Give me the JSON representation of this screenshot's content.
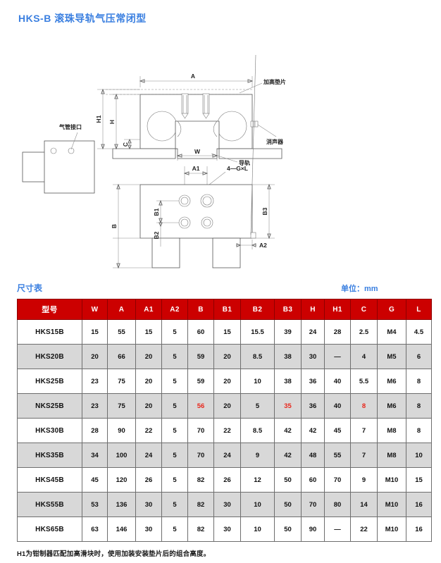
{
  "page": {
    "title": "HKS-B  滚珠导轨气压常闭型"
  },
  "drawing": {
    "labels": {
      "air_port": "气管接口",
      "spacer": "加高垫片",
      "silencer": "消声器",
      "guide_rail": "导轨"
    },
    "dimensions": {
      "A": "A",
      "W": "W",
      "H": "H",
      "H1": "H1",
      "C": "C",
      "B": "B",
      "B1": "B1",
      "B2": "B2",
      "B3": "B3",
      "A1": "A1",
      "A2": "A2",
      "thread": "4—G×L"
    }
  },
  "table": {
    "caption": "尺寸表",
    "unit": "单位：mm",
    "columns": [
      "型号",
      "W",
      "A",
      "A1",
      "A2",
      "B",
      "B1",
      "B2",
      "B3",
      "H",
      "H1",
      "C",
      "G",
      "L"
    ],
    "highlight_color": "#e8271c",
    "header_color": "#cc0000",
    "rows": [
      {
        "cells": [
          "HKS15B",
          "15",
          "55",
          "15",
          "5",
          "60",
          "15",
          "15.5",
          "39",
          "24",
          "28",
          "2.5",
          "M4",
          "4.5"
        ],
        "highlight": []
      },
      {
        "cells": [
          "HKS20B",
          "20",
          "66",
          "20",
          "5",
          "59",
          "20",
          "8.5",
          "38",
          "30",
          "—",
          "4",
          "M5",
          "6"
        ],
        "highlight": []
      },
      {
        "cells": [
          "HKS25B",
          "23",
          "75",
          "20",
          "5",
          "59",
          "20",
          "10",
          "38",
          "36",
          "40",
          "5.5",
          "M6",
          "8"
        ],
        "highlight": []
      },
      {
        "cells": [
          "NKS25B",
          "23",
          "75",
          "20",
          "5",
          "56",
          "20",
          "5",
          "35",
          "36",
          "40",
          "8",
          "M6",
          "8"
        ],
        "highlight": [
          5,
          8,
          11
        ]
      },
      {
        "cells": [
          "HKS30B",
          "28",
          "90",
          "22",
          "5",
          "70",
          "22",
          "8.5",
          "42",
          "42",
          "45",
          "7",
          "M8",
          "8"
        ],
        "highlight": []
      },
      {
        "cells": [
          "HKS35B",
          "34",
          "100",
          "24",
          "5",
          "70",
          "24",
          "9",
          "42",
          "48",
          "55",
          "7",
          "M8",
          "10"
        ],
        "highlight": []
      },
      {
        "cells": [
          "HKS45B",
          "45",
          "120",
          "26",
          "5",
          "82",
          "26",
          "12",
          "50",
          "60",
          "70",
          "9",
          "M10",
          "15"
        ],
        "highlight": []
      },
      {
        "cells": [
          "HKS55B",
          "53",
          "136",
          "30",
          "5",
          "82",
          "30",
          "10",
          "50",
          "70",
          "80",
          "14",
          "M10",
          "16"
        ],
        "highlight": []
      },
      {
        "cells": [
          "HKS65B",
          "63",
          "146",
          "30",
          "5",
          "82",
          "30",
          "10",
          "50",
          "90",
          "—",
          "22",
          "M10",
          "16"
        ],
        "highlight": []
      }
    ]
  },
  "footnote": "H1为钳制器匹配加高滑块时，使用加装安装垫片后的组合高度。"
}
